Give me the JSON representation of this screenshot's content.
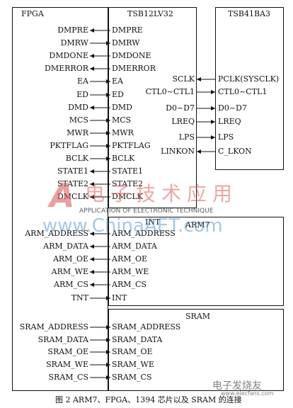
{
  "blocks": {
    "fpga": "FPGA",
    "tsb12": "TSB12LV32",
    "tsb41": "TSB41BA3",
    "arm7": "ARM7",
    "sram": "SRAM",
    "int_label": "INT"
  },
  "fpga_tsb12_signals": [
    {
      "left": "DMPRE",
      "right": "DMPRE"
    },
    {
      "left": "DMRW",
      "right": "DMRW"
    },
    {
      "left": "DMDONE",
      "right": "DMDONE"
    },
    {
      "left": "DMERROR",
      "right": "DMERROR"
    },
    {
      "left": "EA",
      "right": "EA"
    },
    {
      "left": "ED",
      "right": "ED"
    },
    {
      "left": "DMD",
      "right": "DMD"
    },
    {
      "left": "MCS",
      "right": "MCS"
    },
    {
      "left": "MWR",
      "right": "MWR"
    },
    {
      "left": "PKTFLAG",
      "right": "PKTFLAG"
    },
    {
      "left": "BCLK",
      "right": "BCLK"
    },
    {
      "left": "STATE1",
      "right": "STATE1"
    },
    {
      "left": "STATE2",
      "right": "STATE2"
    },
    {
      "left": "DMCLK",
      "right": "DMCLK"
    }
  ],
  "tsb12_tsb41_signals": [
    {
      "left": "SCLK",
      "right": "PCLK(SYSCLK)"
    },
    {
      "left": "CTL0~CTL1",
      "right": "CTL0~CTL1"
    },
    {
      "left": "D0~D7",
      "right": "D0~D7"
    },
    {
      "left": "LREQ",
      "right": "LREQ"
    },
    {
      "left": "LPS",
      "right": "LPS"
    },
    {
      "left": "LINKON",
      "right": "C_LKON"
    }
  ],
  "fpga_arm7_signals": [
    {
      "left": "ARM_ADDRESS",
      "right": "ARM_ADDRESS"
    },
    {
      "left": "ARM_DATA",
      "right": "ARM_DATA"
    },
    {
      "left": "ARM_OE",
      "right": "ARM_OE"
    },
    {
      "left": "ARM_WE",
      "right": "ARM_WE"
    },
    {
      "left": "ARM_CS",
      "right": "ARM_CS"
    },
    {
      "left": "TNT",
      "right": "INT"
    }
  ],
  "fpga_sram_signals": [
    {
      "left": "SRAM_ADDRESS",
      "right": "SRAM_ADDRESS"
    },
    {
      "left": "SRAM_DATA",
      "right": "SRAM_DATA"
    },
    {
      "left": "SRAM_OE",
      "right": "SRAM_OE"
    },
    {
      "left": "SRAM_WE",
      "right": "SRAM_WE"
    },
    {
      "left": "SRAM_CS",
      "right": "SRAM_CS"
    }
  ],
  "caption": "图 2   ARM7、FPGA、1394 芯片以及 SRAM 的连接",
  "watermark": {
    "line1": "电子技术应用",
    "line2": "APPLICATION OF ELECTRONIC TECHNIQUE",
    "line3": "www.ChinaAET.com",
    "corner": "电子发烧友",
    "corner_url": "www.elecfans.com"
  },
  "colors": {
    "line": "#111111",
    "watermark_red": "#d9534f",
    "watermark_blue": "#3a87c8"
  }
}
